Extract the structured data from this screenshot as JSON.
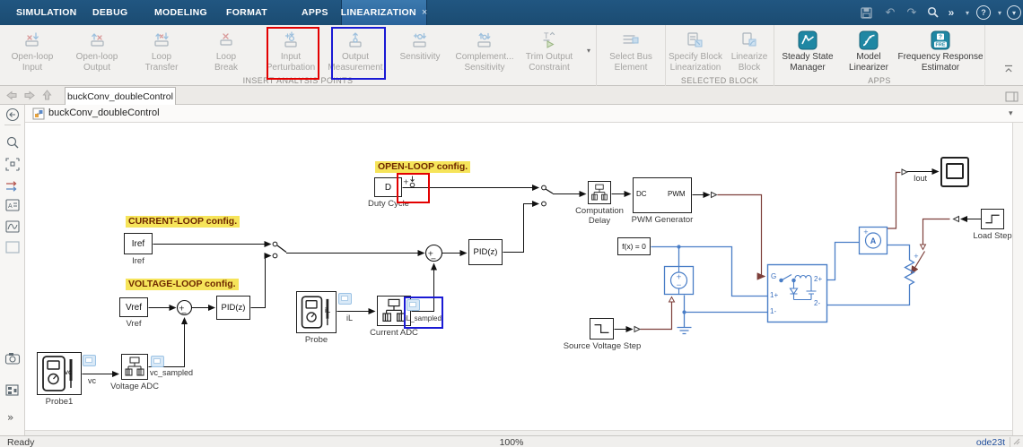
{
  "window": {
    "app": "Simulink"
  },
  "menu": {
    "tabs": [
      "SIMULATION",
      "DEBUG",
      "MODELING",
      "FORMAT",
      "APPS"
    ],
    "active_tab": "LINEARIZATION",
    "close_glyph": "×"
  },
  "quick_access": {
    "undo_glyph": "↶",
    "redo_glyph": "↷",
    "layouts_glyph": "»",
    "caret_glyph": "▾",
    "help_glyph": "?"
  },
  "ribbon": {
    "overflow_glyph": "▾",
    "sections": [
      {
        "label": "INSERT ANALYSIS POINTS",
        "buttons": [
          {
            "label": "Open-loop\nInput"
          },
          {
            "label": "Open-loop\nOutput"
          },
          {
            "label": "Loop\nTransfer"
          },
          {
            "label": "Loop\nBreak"
          },
          {
            "label": "Input\nPerturbation"
          },
          {
            "label": "Output\nMeasurement"
          },
          {
            "label": "Sensitivity"
          },
          {
            "label": "Complement...\nSensitivity"
          },
          {
            "label": "Trim Output\nConstraint"
          }
        ]
      },
      {
        "label": "",
        "buttons": [
          {
            "label": "Select Bus\nElement"
          }
        ]
      },
      {
        "label": "SELECTED BLOCK",
        "buttons": [
          {
            "label": "Specify Block\nLinearization"
          },
          {
            "label": "Linearize\nBlock"
          }
        ]
      },
      {
        "label": "APPS",
        "buttons": [
          {
            "label": "Steady State\nManager"
          },
          {
            "label": "Model\nLinearizer"
          },
          {
            "label": "Frequency Response\nEstimator"
          }
        ]
      }
    ]
  },
  "docbar": {
    "tab": "buckConv_doubleControl"
  },
  "breadcrumb": {
    "model": "buckConv_doubleControl"
  },
  "canvas": {
    "annotations": {
      "current_loop": "CURRENT-LOOP config.",
      "voltage_loop": "VOLTAGE-LOOP config.",
      "open_loop": "OPEN-LOOP config."
    },
    "blocks": {
      "iref": {
        "text": "Iref",
        "label": "Iref"
      },
      "vref": {
        "text": "Vref",
        "label": "Vref"
      },
      "pid_voltage": {
        "text": "PID(z)"
      },
      "pid_current": {
        "text": "PID(z)"
      },
      "probe1": {
        "label": "Probe1",
        "port": "vc"
      },
      "voltage_adc": {
        "label": "Voltage ADC"
      },
      "probe": {
        "label": "Probe",
        "port": "iL"
      },
      "current_adc": {
        "label": "Current ADC"
      },
      "duty_cycle": {
        "text": "D",
        "label": "Duty Cycle"
      },
      "computation_delay": {
        "label": "Computation\nDelay"
      },
      "pwm_generator": {
        "label": "PWM Generator",
        "port_in": "DC",
        "port_out": "PWM"
      },
      "algebraic_constraint": {
        "text": "f(x) = 0"
      },
      "source_voltage_step": {
        "label": "Source Voltage Step"
      },
      "load_step": {
        "label": "Load Step"
      },
      "converter": {
        "ports": {
          "g": "G",
          "in_plus": "1+",
          "in_minus": "1-",
          "out_plus": "2+",
          "out_minus": "2-"
        }
      }
    },
    "signal_labels": {
      "vc": "vc",
      "vc_sampled": "vc_sampled",
      "il": "iL",
      "il_sampled": "iL_sampled",
      "iout": "Iout"
    }
  },
  "statusbar": {
    "status": "Ready",
    "zoom_level": "100%",
    "solver": "ode23t"
  },
  "colors": {
    "titlebar": "#1d5078",
    "active_tab": "#2f6da6",
    "annotation_bg": "#f6e45a",
    "annotation_text": "#6e2800",
    "electrical_wire": "#4a7ec7",
    "physical_wire": "#7d3f3a",
    "highlight_red": "#e30000",
    "highlight_blue": "#1a1ad4",
    "apps_icon_teal": "#1f87a3"
  }
}
